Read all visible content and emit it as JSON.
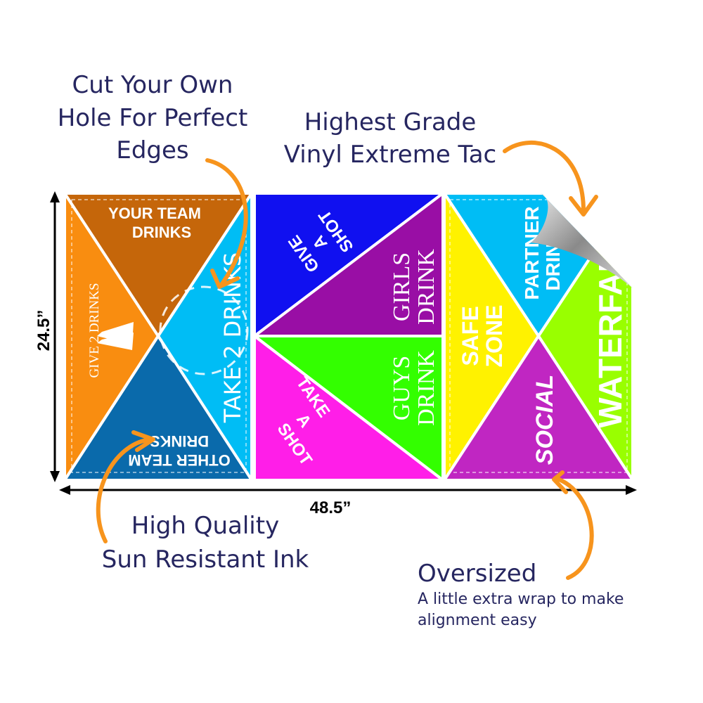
{
  "callouts": {
    "cut_hole": [
      "Cut Your Own",
      "Hole For Perfect",
      "Edges"
    ],
    "vinyl": [
      "Highest Grade",
      "Vinyl Extreme Tac"
    ],
    "ink": [
      "High Quality",
      "Sun Resistant Ink"
    ],
    "oversized_title": "Oversized",
    "oversized_desc": [
      "A little extra wrap to make",
      "alignment easy"
    ]
  },
  "dimensions": {
    "height": "24.5”",
    "width": "48.5”"
  },
  "panels": {
    "left": {
      "top": [
        "YOUR TEAM",
        "DRINKS"
      ],
      "left": "GIVE 2 DRINKS",
      "right": "TAKE 2 DRINKS",
      "bottom": [
        "OTHER TEAM",
        "DRINKS"
      ]
    },
    "middle": {
      "top_left": [
        "GIVE",
        "A",
        "SHOT"
      ],
      "top_right": [
        "GIRLS",
        "DRINK"
      ],
      "bottom_right": [
        "GUYS",
        "DRINK"
      ],
      "bottom_left": [
        "TAKE",
        "A",
        "SHOT"
      ]
    },
    "right": {
      "left": [
        "SAFE",
        "ZONE"
      ],
      "top": [
        "PARTNER",
        "DRINKS"
      ],
      "right": "WATERFALL",
      "bottom": "SOCIAL"
    }
  },
  "colors": {
    "brown": "#c5660a",
    "orange": "#f98d10",
    "sky": "#00bdf5",
    "navy": "#0a6aab",
    "blue": "#1010f0",
    "purple": "#990ea5",
    "green": "#33ff00",
    "magenta": "#ff1ee8",
    "yellow": "#fff200",
    "violet": "#c026c2",
    "lime": "#99ff00",
    "accent": "#f7941d"
  }
}
